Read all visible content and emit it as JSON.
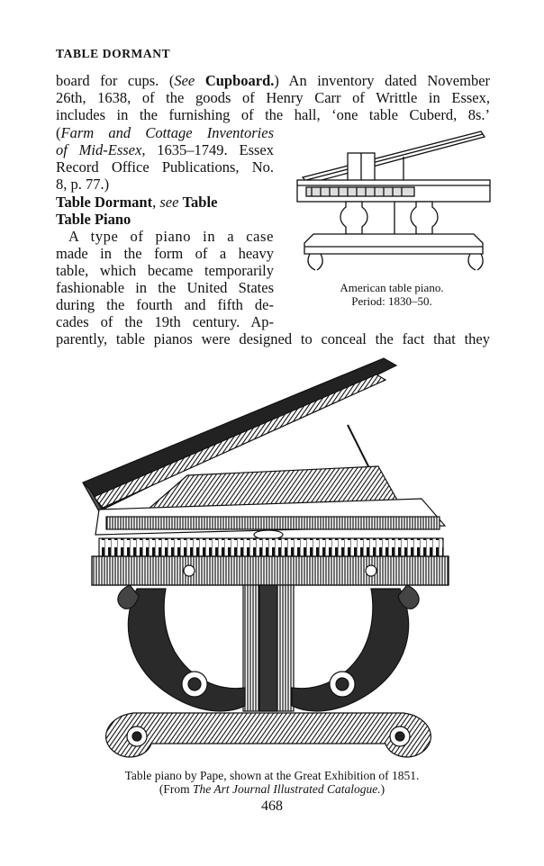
{
  "running_head": "TABLE DORMANT",
  "lines": {
    "l1": [
      "board for cups. (",
      "See",
      " ",
      "Cupboard.",
      ") An inventory dated November"
    ],
    "l2": "26th, 1638, of the goods of Henry Carr of Writtle in Essex,",
    "l3": "includes in the furnishing of the hall, ‘one table Cuberd, 8s.’",
    "l4": [
      "(",
      "Farm and Cottage Inventories"
    ],
    "l5": [
      "of Mid-Essex",
      ", 1635–1749. Essex"
    ],
    "l6": "Record Office Publications, No.",
    "l7": "8, p. 77.)",
    "l8": [
      "Table Dormant",
      ", ",
      "see",
      " ",
      "Table"
    ],
    "l9": "Table Piano",
    "l10": "A type of piano in a case",
    "l11": "made in the form of a heavy",
    "l12": "table, which became temporarily",
    "l13": "fashionable in the United States",
    "l14": "during the fourth and fifth de-",
    "l15": "cades of the 19th century. Ap-",
    "l16": "parently, table pianos were designed to conceal the fact that they"
  },
  "small_figure": {
    "caption_line1": "American table piano.",
    "caption_line2": "Period: 1830–50."
  },
  "large_figure": {
    "caption_line1": "Table piano by Pape, shown at the Great Exhibition of 1851.",
    "caption_line2": [
      "(From ",
      "The Art Journal Illustrated Catalogue.",
      ")"
    ]
  },
  "page_number": "468"
}
